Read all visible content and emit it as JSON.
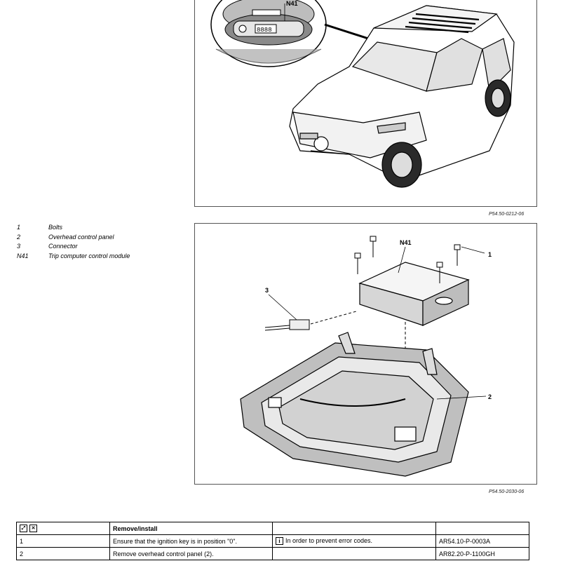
{
  "figures": {
    "top": {
      "code": "P54.50-0212-06",
      "callouts": {
        "n41": "N41"
      },
      "display": "8888"
    },
    "bottom": {
      "code": "P54.50-2030-06",
      "callouts": {
        "n41": "N41",
        "one": "1",
        "two": "2",
        "three": "3"
      }
    }
  },
  "legend": [
    {
      "num": "1",
      "text": "Bolts"
    },
    {
      "num": "2",
      "text": "Overhead control panel"
    },
    {
      "num": "3",
      "text": "Connector"
    },
    {
      "num": "N41",
      "text": "Trip computer control module"
    }
  ],
  "table": {
    "header": {
      "title": "Remove/install",
      "icons": [
        "expand-icon",
        "collapse-icon"
      ]
    },
    "rows": [
      {
        "step": "1",
        "action": "Ensure that the ignition key is in position \"0\".",
        "note": "In order to prevent error codes.",
        "ref": "AR54.10-P-0003A"
      },
      {
        "step": "2",
        "action": "Remove overhead control panel (2).",
        "note": "",
        "ref": "AR82.20-P-1100GH"
      }
    ]
  }
}
